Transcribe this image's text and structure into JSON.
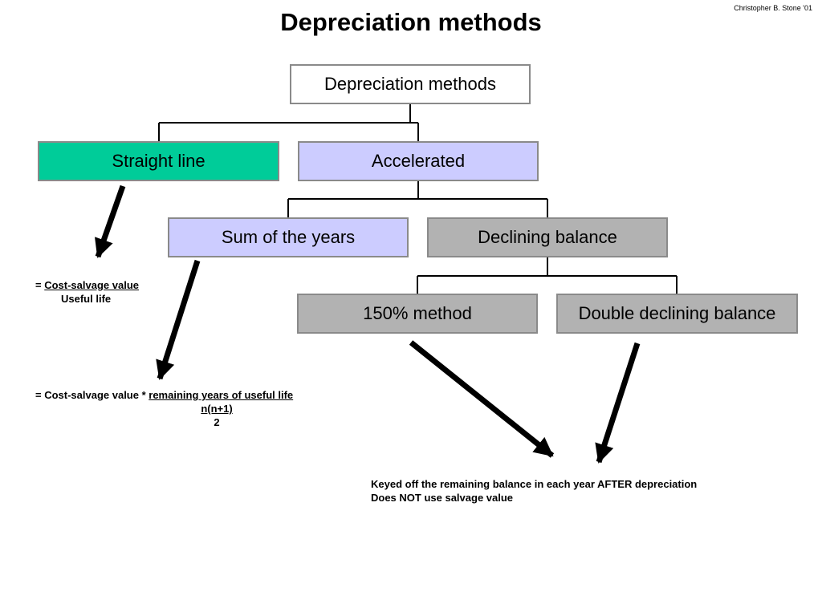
{
  "header": {
    "credit": "Christopher B. Stone '01",
    "title": "Depreciation methods"
  },
  "diagram": {
    "root": "Depreciation methods",
    "straight_line": "Straight line",
    "accelerated": "Accelerated",
    "sum_of_years": "Sum of the years",
    "declining_balance": "Declining balance",
    "method_150": "150% method",
    "double_declining": "Double declining balance"
  },
  "colors": {
    "straight_line": "#00cc99",
    "accelerated": "#ccccff",
    "declining": "#b2b2b2",
    "root": "#ffffff"
  },
  "formulas": {
    "straight_line": {
      "prefix": "= ",
      "numerator": "Cost-salvage value",
      "denominator": "Useful life"
    },
    "sum_of_years": {
      "prefix": "= Cost-salvage value * ",
      "numerator": "remaining years of useful life",
      "denominator_top": "n(n+1)",
      "denominator_bottom": "2"
    },
    "declining_note": {
      "line1": "Keyed off the remaining balance in each year AFTER depreciation",
      "line2": "Does NOT use salvage value"
    }
  }
}
